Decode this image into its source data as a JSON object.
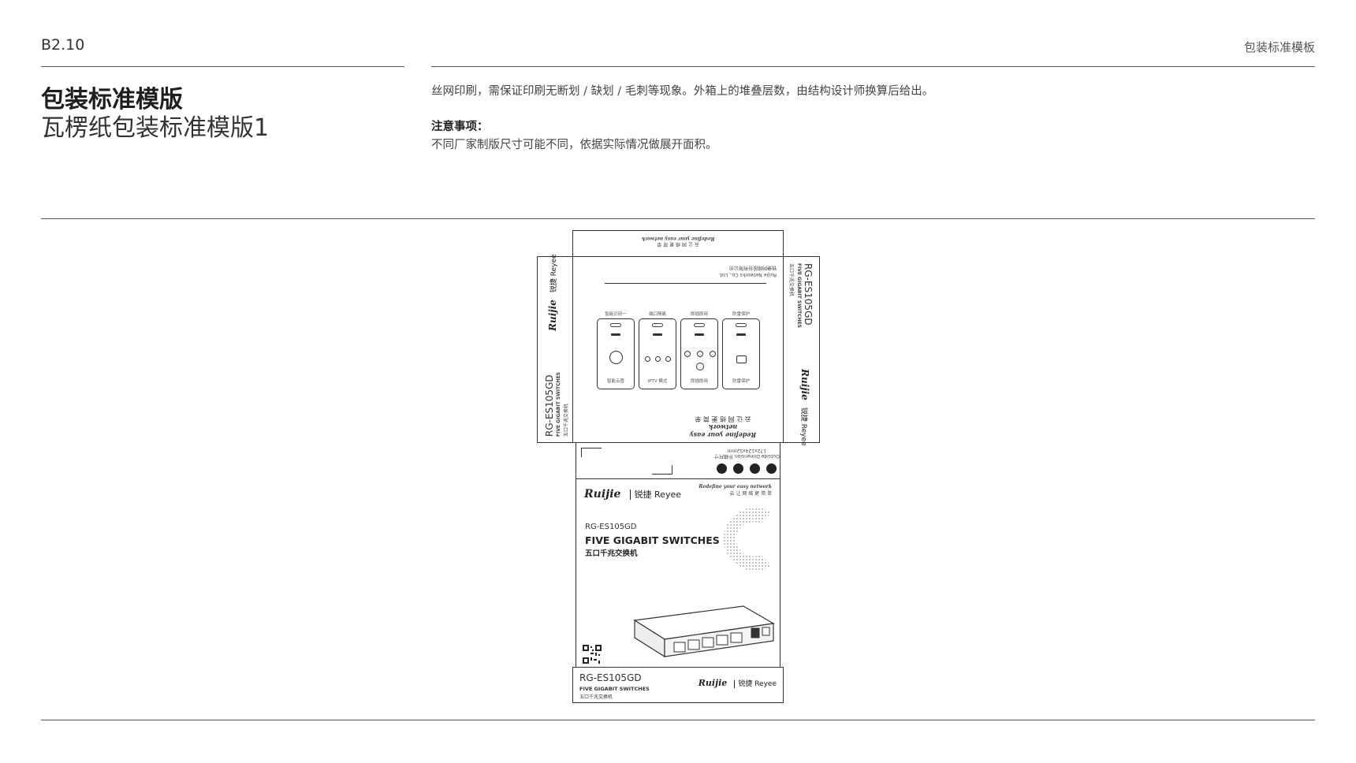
{
  "header": {
    "page_code": "B2.10",
    "section_title": "包装标准模板"
  },
  "title": {
    "main": "包装标准模版",
    "sub": "瓦楞纸包装标准模版1"
  },
  "description": {
    "text": "丝网印刷，需保证印刷无断划 / 缺划 / 毛刺等现象。外箱上的堆叠层数，由结构设计师换算后给出。",
    "note_heading": "注意事项：",
    "note_text": "不同厂家制版尺寸可能不同，依据实际情况做展开面积。"
  },
  "dieline": {
    "slogan_en": "Redefine your easy network",
    "slogan_cn": "云 让 网 络 更 简 单",
    "brand_ruijie": "Ruijie",
    "brand_reyee": "锐捷 Reyee",
    "model": "RG-ES105GD",
    "product_en": "FIVE GIGABIT SWITCHES",
    "product_cn": "五口千兆交换机",
    "company_line": "Ruijie Networks Co., Ltd.",
    "address_line": "锐捷网络股份有限公司",
    "outside_dimension": "Outside Dimension 外箱尺寸",
    "dimension_value": "172x124x52mm",
    "front_side_label": "RG-ES105GD",
    "cards": [
      {
        "top": "智能识别一",
        "bottom": "智能云管"
      },
      {
        "top": "端口隔离",
        "bottom": "IPTV 模式"
      },
      {
        "top": "即插即用",
        "bottom": "即插即用"
      },
      {
        "top": "防雷保护",
        "bottom": "防雷保护"
      }
    ]
  },
  "colors": {
    "rule": "#555555",
    "ink": "#222222"
  }
}
